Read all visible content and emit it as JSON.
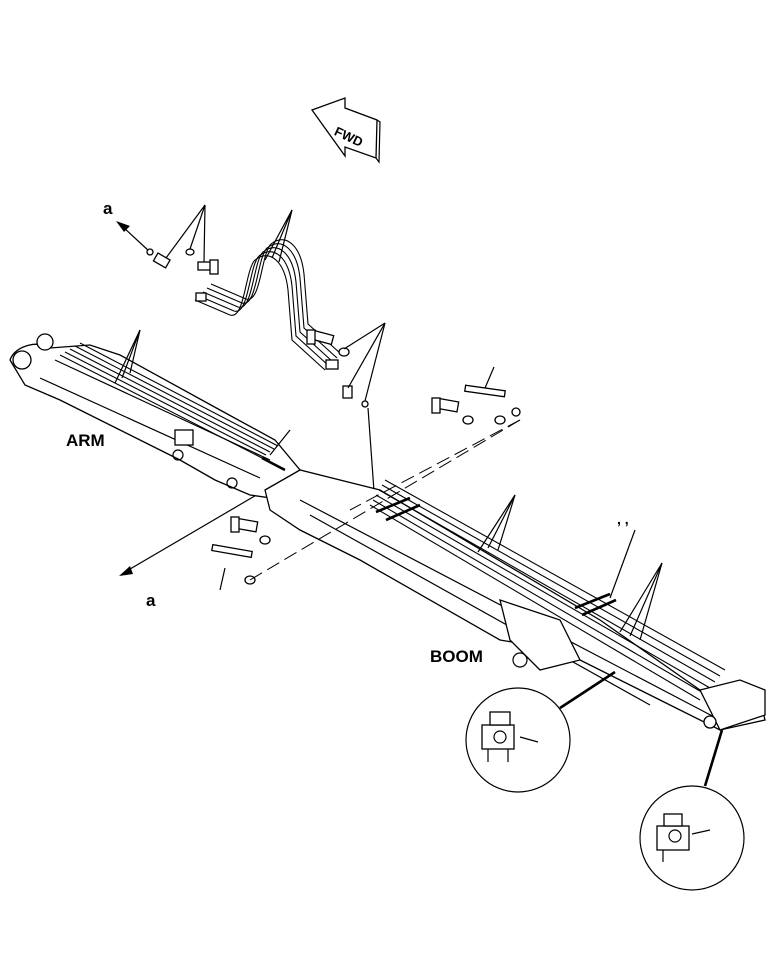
{
  "labels": {
    "fwd": "FWD",
    "arm": "ARM",
    "boom": "BOOM",
    "ref_a_top": "a",
    "ref_a_bottom": "a",
    "commas": ", ,"
  },
  "icons": {
    "fwd_arrow": "fwd-arrow-icon",
    "clamp_detail": "clamp-icon"
  }
}
